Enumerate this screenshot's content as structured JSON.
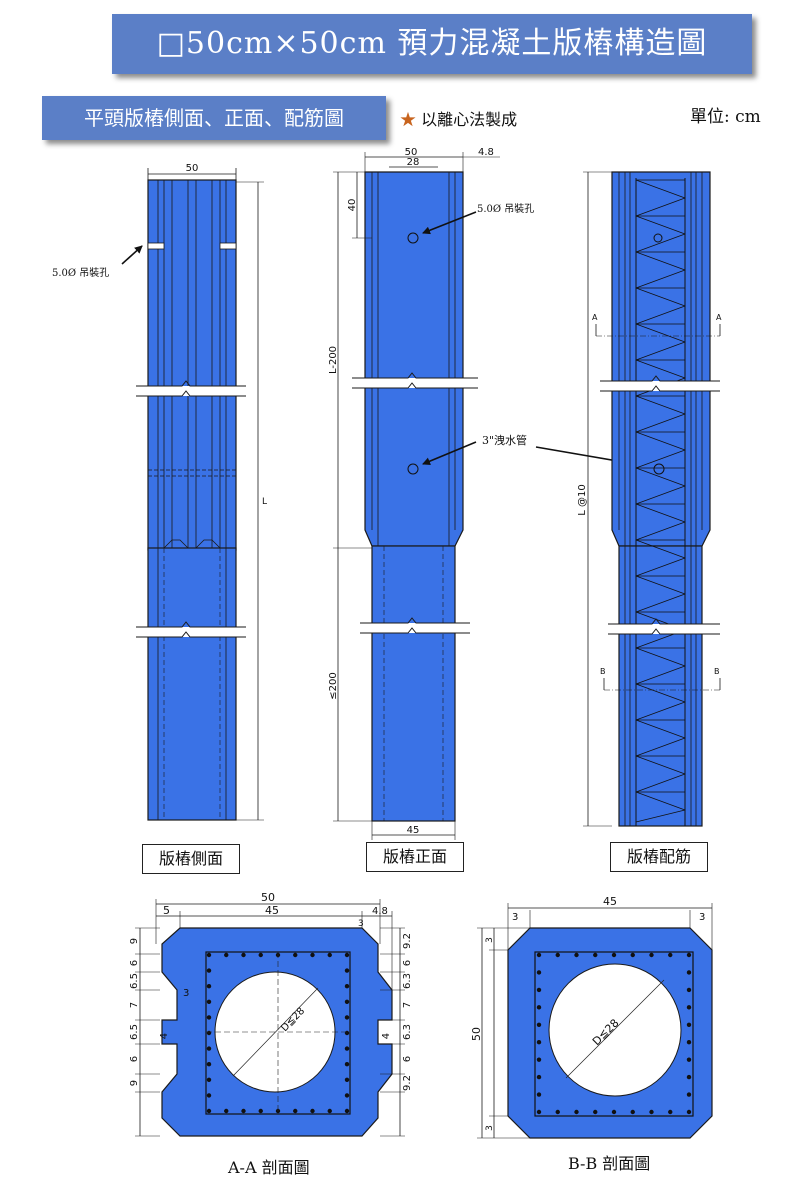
{
  "title": "□50cm×50cm 預力混凝土版樁構造圖",
  "subtitle": "平頭版樁側面、正面、配筋圖",
  "note": {
    "star": "★",
    "text": "以離心法製成"
  },
  "unit": "單位: cm",
  "colors": {
    "pile_fill": "#3a72e6",
    "banner": "#5b7fc7",
    "line": "#1a1a1a",
    "star": "#c8641e"
  },
  "views": {
    "side": {
      "caption": "版樁側面",
      "dim_top": "50",
      "dim_length": "L",
      "hole_label": "5.0Ø 吊裝孔"
    },
    "front": {
      "caption": "版樁正面",
      "dim_top": "50",
      "dim_inner": "28",
      "dim_right": "4.8",
      "dim_hole": "40",
      "dim_l200": "L-200",
      "dim_le200": "≤200",
      "dim_bottom": "45",
      "hole_label": "5.0Ø 吊裝孔",
      "drain_label": "3\"洩水管"
    },
    "rebar": {
      "caption": "版樁配筋",
      "dim_length": "L @10",
      "sec_a": "A",
      "sec_b": "B"
    }
  },
  "section_aa": {
    "caption": "A-A 剖面圖",
    "dim_top": "50",
    "dim_left": "5",
    "dim_mid": "45",
    "dim_right": "4.8",
    "dim_notch": "3",
    "left_dims": [
      "9",
      "6",
      "6.5",
      "7",
      "6.5",
      "6",
      "9"
    ],
    "right_dims": [
      "9.2",
      "6",
      "6.3",
      "7",
      "6.3",
      "6",
      "9.2"
    ],
    "groove_left": "3",
    "groove_depth": "4",
    "groove_right": "4",
    "diameter": "D≦28"
  },
  "section_bb": {
    "caption": "B-B 剖面圖",
    "dim_top": "45",
    "dim_corner_l": "3",
    "dim_corner_r": "3",
    "dim_side": "50",
    "dim_corner_t": "3",
    "dim_corner_b": "3",
    "diameter": "D≦28"
  }
}
